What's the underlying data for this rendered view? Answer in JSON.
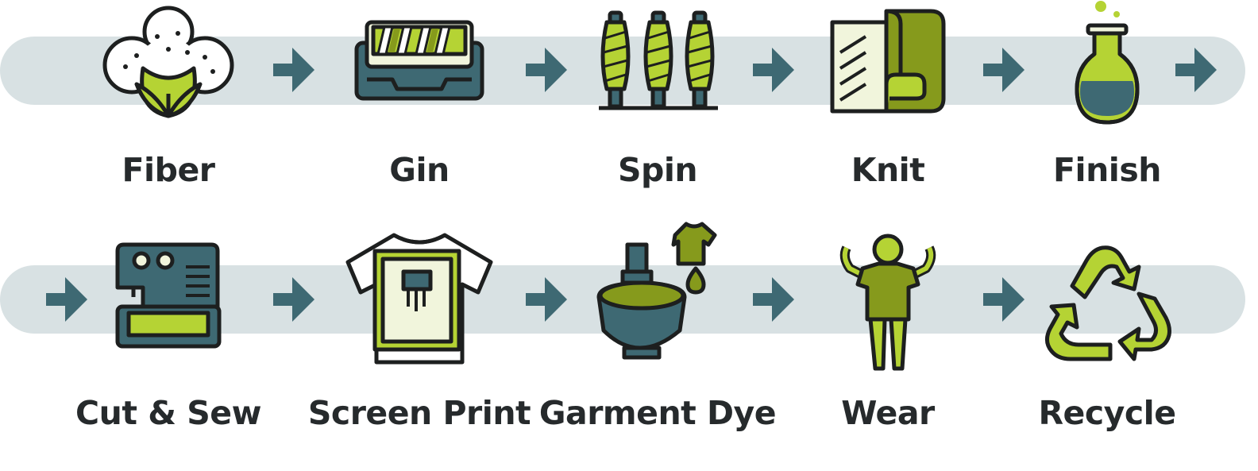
{
  "colors": {
    "lime": "#b5d334",
    "olive": "#869a1c",
    "slate": "#3e6973",
    "cream": "#f1f5dc",
    "outline": "#1d1f1f",
    "band": "#d8e1e3"
  },
  "steps": [
    {
      "id": "fiber",
      "label": "Fiber",
      "icon": "cotton-boll-icon"
    },
    {
      "id": "gin",
      "label": "Gin",
      "icon": "cotton-gin-icon"
    },
    {
      "id": "spin",
      "label": "Spin",
      "icon": "yarn-spools-icon"
    },
    {
      "id": "knit",
      "label": "Knit",
      "icon": "fabric-roll-icon"
    },
    {
      "id": "finish",
      "label": "Finish",
      "icon": "chemical-flask-icon"
    },
    {
      "id": "cut-sew",
      "label": "Cut & Sew",
      "icon": "sewing-machine-icon"
    },
    {
      "id": "screen-print",
      "label": "Screen Print",
      "icon": "screen-printed-tshirt-icon"
    },
    {
      "id": "garment-dye",
      "label": "Garment Dye",
      "icon": "dye-vat-icon"
    },
    {
      "id": "wear",
      "label": "Wear",
      "icon": "person-wearing-shirt-icon"
    },
    {
      "id": "recycle",
      "label": "Recycle",
      "icon": "recycle-icon"
    }
  ]
}
